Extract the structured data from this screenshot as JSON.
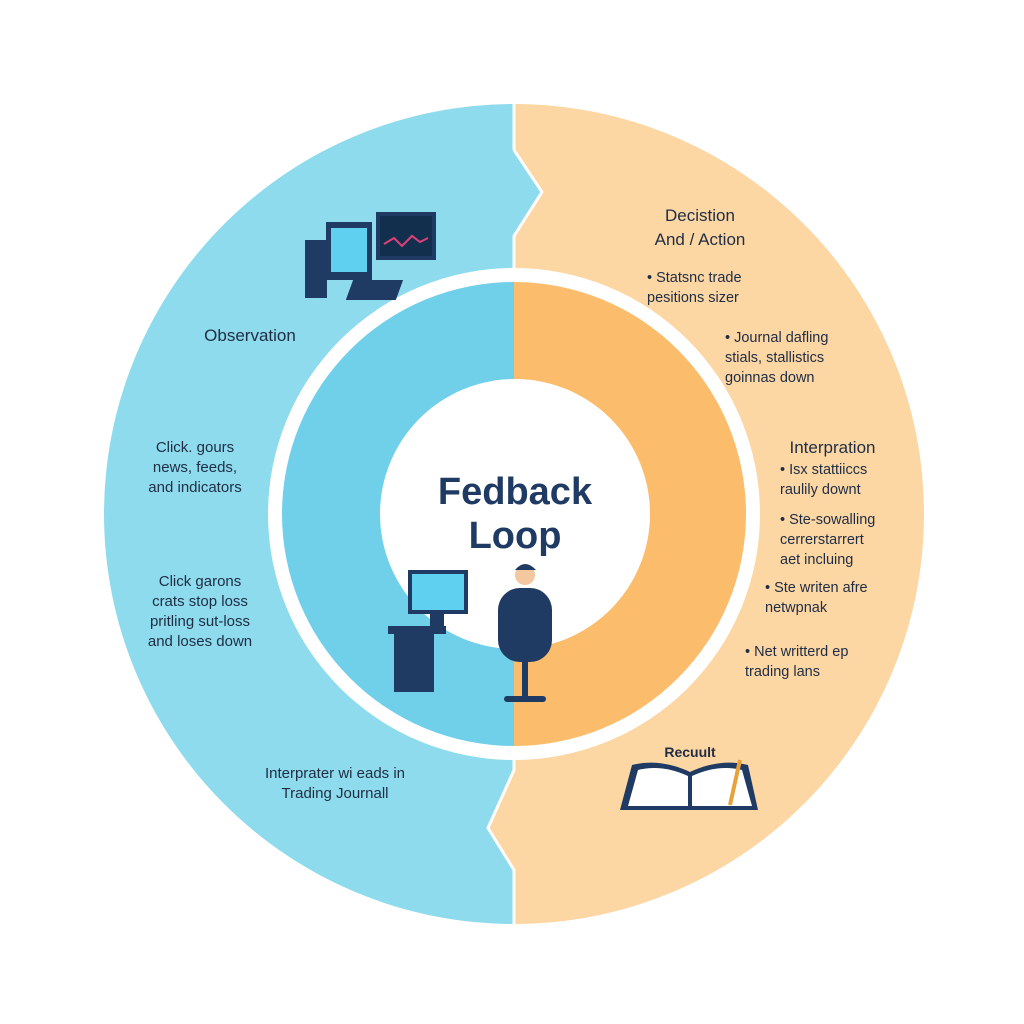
{
  "title": "Fedback\nLoop",
  "left": {
    "heading": "Observation",
    "items": [
      "Click. gours\nnews, feeds,\nand indicators",
      "Click garons\ncrats stop loss\npritling sut-loss\nand loses down"
    ],
    "footer": "Interprater wi eads in\nTrading Journall"
  },
  "right": {
    "heading": "Decistion\nAnd / Action",
    "items": [
      "• Statsnc trade\n  pesitions sizer",
      "• Journal dafling\n  stials, stallistics\n  goinnas down"
    ],
    "interpretation": {
      "heading": "Interpration",
      "items": [
        "• Isx stattiiccs\n  raulily downt",
        "• Ste-sowalling\n  cerrerstarrert\n  aet incluing",
        "• Ste writen afre\n  netwpnak",
        "• Net writterd ep\n  trading lans"
      ]
    },
    "result": "Recuult"
  },
  "colors": {
    "outer_left": "#8ddbed",
    "outer_right": "#fcd6a3",
    "inner_left": "#70d0ea",
    "inner_right": "#fbbd6c",
    "navy": "#1f3b63"
  }
}
